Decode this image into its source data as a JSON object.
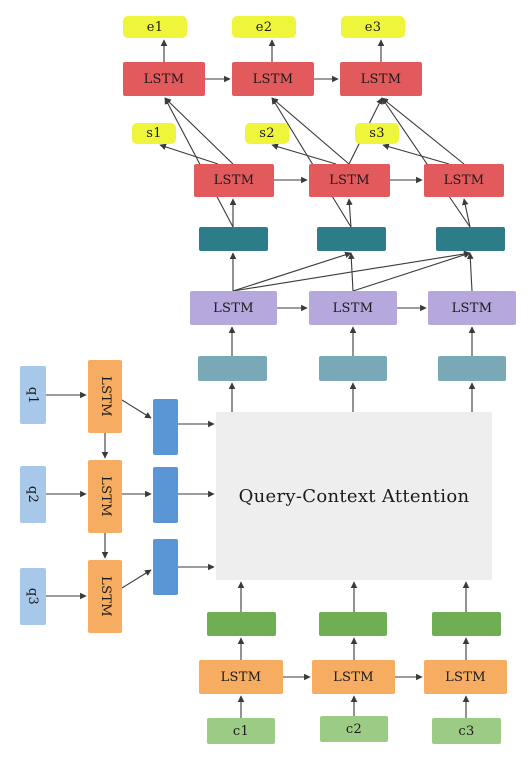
{
  "end_outputs": [
    "e1",
    "e2",
    "e3"
  ],
  "start_outputs": [
    "s1",
    "s2",
    "s3"
  ],
  "query_inputs": [
    "q1",
    "q2",
    "q3"
  ],
  "context_inputs": [
    "c1",
    "c2",
    "c3"
  ],
  "lstm_label": "LSTM",
  "attention_label": "Query-Context Attention",
  "colors": {
    "lstm_output": "#e35a5d",
    "lstm_modeling": "#b6a8dc",
    "lstm_encoder": "#f6ad61",
    "label_highlight": "#eef53a"
  }
}
